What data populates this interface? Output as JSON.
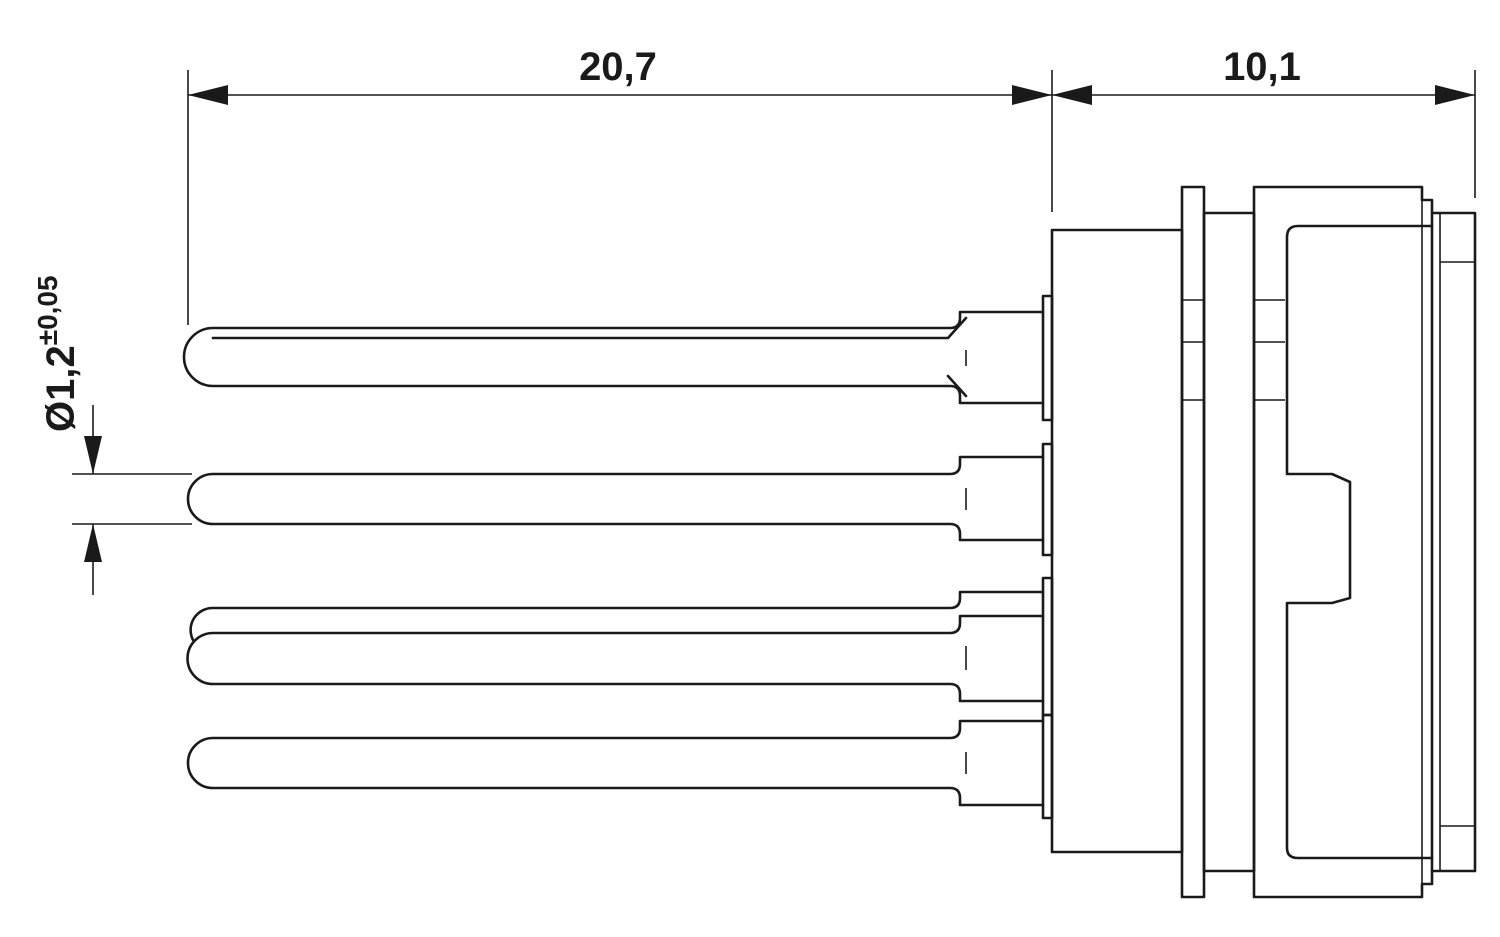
{
  "dimensions": {
    "pin_length": "20,7",
    "housing_depth": "10,1",
    "pin_diameter": {
      "prefix": "Ø1,2",
      "tolerance": "±0,05"
    }
  },
  "colors": {
    "line": "#1a1a1a",
    "background": "#ffffff"
  }
}
